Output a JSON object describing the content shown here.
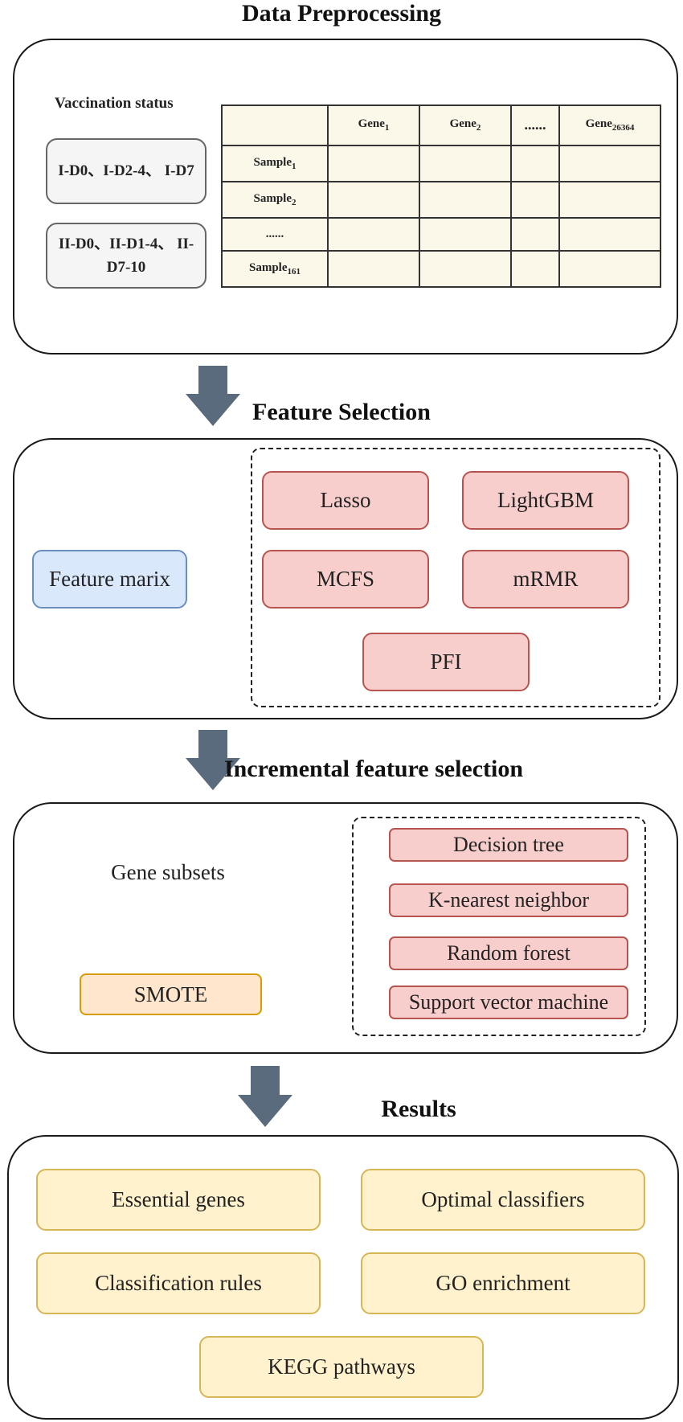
{
  "sections": {
    "data_preprocessing": "Data Preprocessing",
    "feature_selection": "Feature Selection",
    "incremental": "Incremental feature selection",
    "results": "Results"
  },
  "preprocessing": {
    "vaccination_label": "Vaccination status",
    "group1": "I-D0、I-D2-4、 I-D7",
    "group2": "II-D0、II-D1-4、 II-D7-10",
    "table": {
      "gene_prefix": "Gene",
      "gene1_sub": "1",
      "gene2_sub": "2",
      "gene_dots": "......",
      "gene_last_sub": "26364",
      "sample_prefix": "Sample",
      "sample1_sub": "1",
      "sample2_sub": "2",
      "sample_dots": "......",
      "sample_last_sub": "161"
    }
  },
  "feature_selection": {
    "input": "Feature marix",
    "methods": [
      "Lasso",
      "LightGBM",
      "MCFS",
      "mRMR",
      "PFI"
    ]
  },
  "incremental": {
    "gene_subsets": "Gene subsets",
    "smote": "SMOTE",
    "classifiers": [
      "Decision tree",
      "K-nearest neighbor",
      "Random forest",
      "Support vector machine"
    ]
  },
  "results": {
    "items": [
      "Essential genes",
      "Optimal classifiers",
      "Classification rules",
      "GO enrichment",
      "KEGG pathways"
    ]
  },
  "colors": {
    "arrow": "#5a6b7d",
    "method_fill": "#f8cecc",
    "input_fill": "#dae8fc",
    "result_fill": "#fff2cc",
    "smote_fill": "#ffe6cc",
    "subset_fill": "#e1d5e7"
  }
}
